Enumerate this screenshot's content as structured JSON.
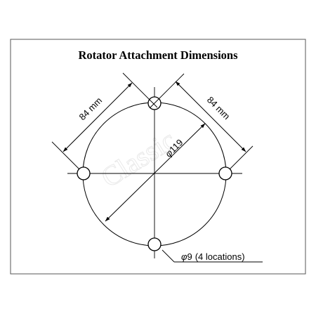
{
  "title": "Rotator Attachment Dimensions",
  "watermark": "Classic",
  "dimensions": {
    "bolt_spacing_left": "84 mm",
    "bolt_spacing_right": "84 mm",
    "diameter_symbol": "φ",
    "circle_diameter": "119",
    "hole_diameter": "9",
    "hole_note": "(4 locations)"
  },
  "colors": {
    "line": "#000000",
    "frame": "#555555",
    "watermark": "#e9e9e9"
  }
}
